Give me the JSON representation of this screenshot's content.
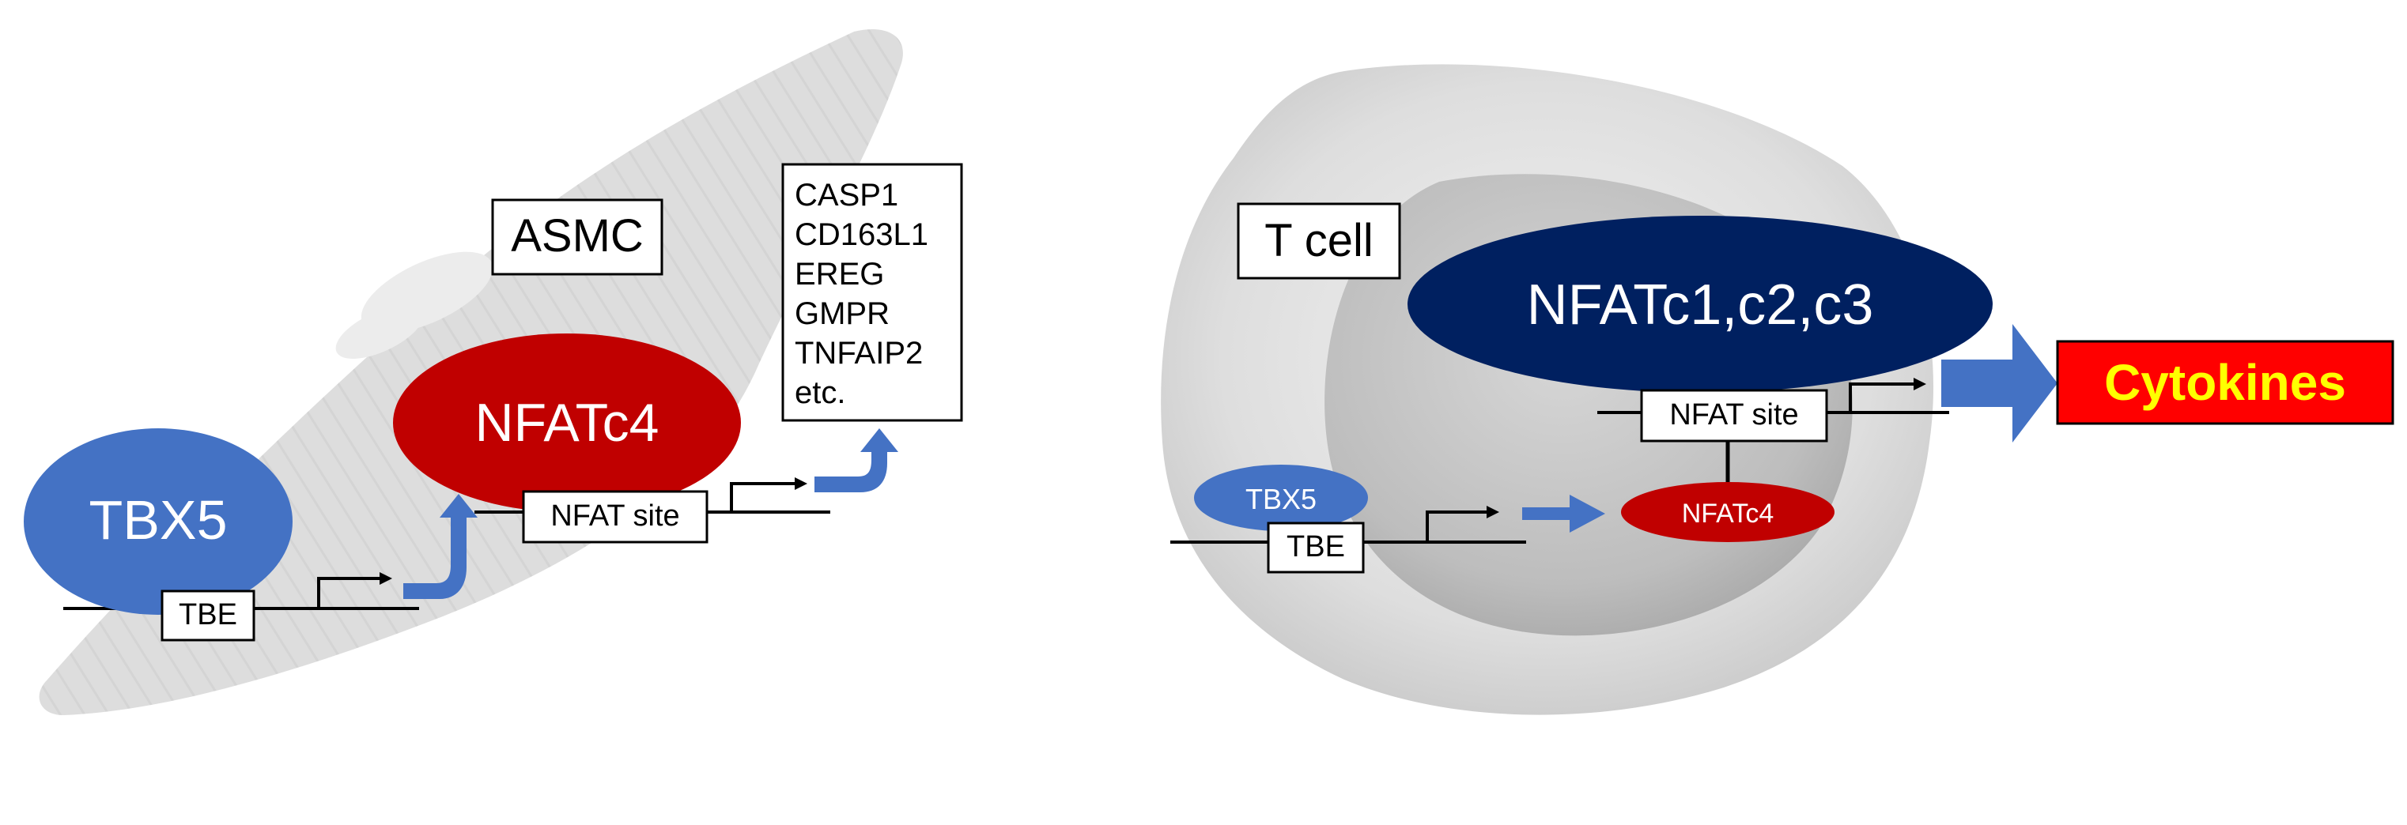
{
  "left_panel": {
    "cell_label": "ASMC",
    "tbx5_label": "TBX5",
    "tbe_label": "TBE",
    "nfatc4_label": "NFATc4",
    "nfat_site_label": "NFAT site",
    "target_genes": [
      "CASP1",
      "CD163L1",
      "EREG",
      "GMPR",
      "TNFAIP2",
      "etc."
    ]
  },
  "right_panel": {
    "cell_label": "T cell",
    "nfatc_family_label": "NFATc1,c2,c3",
    "nfat_site_label": "NFAT site",
    "tbx5_label": "TBX5",
    "tbe_label": "TBE",
    "nfatc4_label": "NFATc4",
    "output_label": "Cytokines"
  },
  "colors": {
    "tbx5_blue": "#4472C4",
    "nfatc4_red": "#C00000",
    "nfatc_navy": "#002060",
    "arrow_blue": "#4472C4",
    "cytokines_bg": "#FF0000",
    "cytokines_text": "#FFFF00",
    "cell_gray": "#D0D0D0"
  }
}
